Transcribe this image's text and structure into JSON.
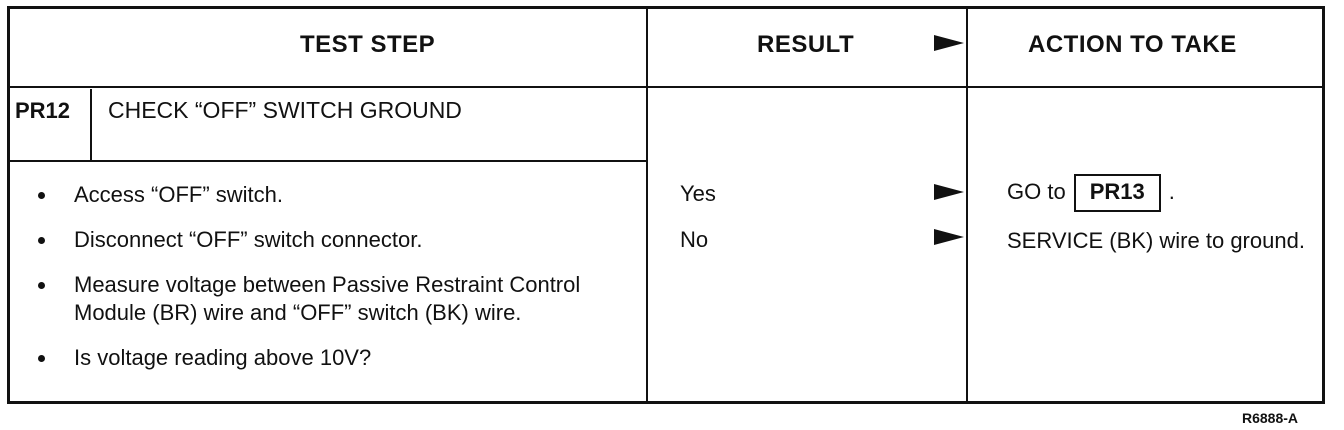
{
  "header": {
    "test_step": "TEST STEP",
    "result": "RESULT",
    "action": "ACTION TO TAKE"
  },
  "step": {
    "id": "PR12",
    "title": "CHECK “OFF” SWITCH GROUND",
    "instructions": [
      "Access “OFF” switch.",
      "Disconnect “OFF” switch connector.",
      "Measure voltage between Passive Restraint Control Module (BR) wire and “OFF” switch (BK) wire.",
      "Is voltage reading above 10V?"
    ]
  },
  "results": [
    {
      "label": "Yes",
      "action_prefix": "GO to",
      "action_ref": "PR13",
      "action_suffix": "."
    },
    {
      "label": "No",
      "action": "SERVICE (BK) wire to ground."
    }
  ],
  "icons": {
    "arrow": "right-pointer-arrow-icon"
  },
  "figure_id": "R6888-A"
}
